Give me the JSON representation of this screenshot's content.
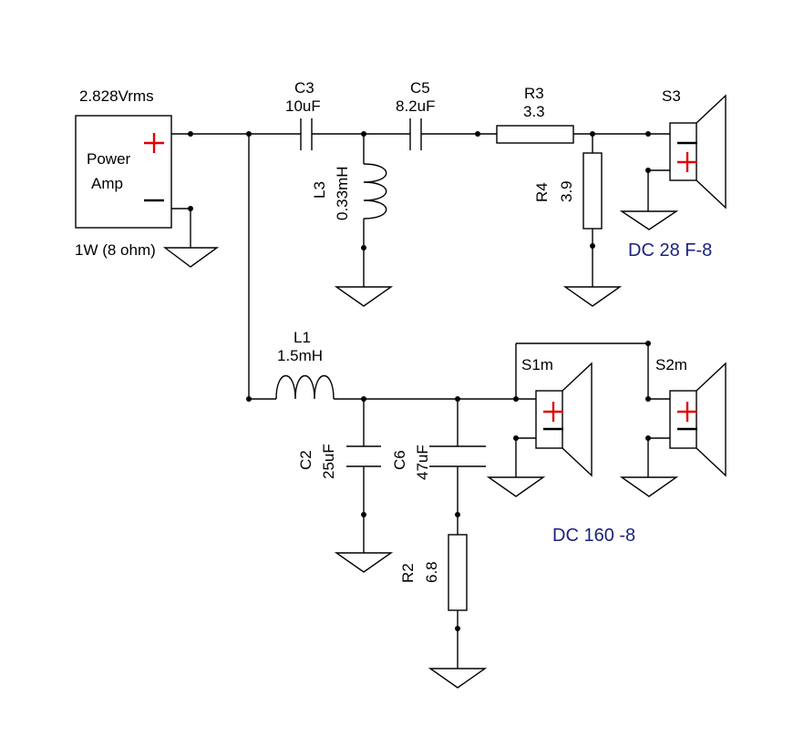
{
  "source": {
    "voltage": "2.828Vrms",
    "name_line1": "Power",
    "name_line2": "Amp",
    "power_note": "1W (8 ohm)"
  },
  "components": {
    "c3": {
      "ref": "C3",
      "value": "10uF"
    },
    "c5": {
      "ref": "C5",
      "value": "8.2uF"
    },
    "r3": {
      "ref": "R3",
      "value": "3.3"
    },
    "r4": {
      "ref": "R4",
      "value": "3.9"
    },
    "l3": {
      "ref": "L3",
      "value": "0.33mH"
    },
    "s3": {
      "ref": "S3"
    },
    "l1": {
      "ref": "L1",
      "value": "1.5mH"
    },
    "c2": {
      "ref": "C2",
      "value": "25uF"
    },
    "c6": {
      "ref": "C6",
      "value": "47uF"
    },
    "r2": {
      "ref": "R2",
      "value": "6.8"
    },
    "s1": {
      "ref": "S1m"
    },
    "s2": {
      "ref": "S2m"
    }
  },
  "drivers": {
    "tweeter_model": "DC 28 F-8",
    "woofer_model": "DC 160 -8"
  },
  "colors": {
    "wire": "#000000",
    "polarity_plus": "#e00000",
    "model_label": "#1a237e"
  },
  "icons": [
    "ground-icon",
    "speaker-icon",
    "capacitor-icon",
    "inductor-icon",
    "resistor-icon"
  ]
}
